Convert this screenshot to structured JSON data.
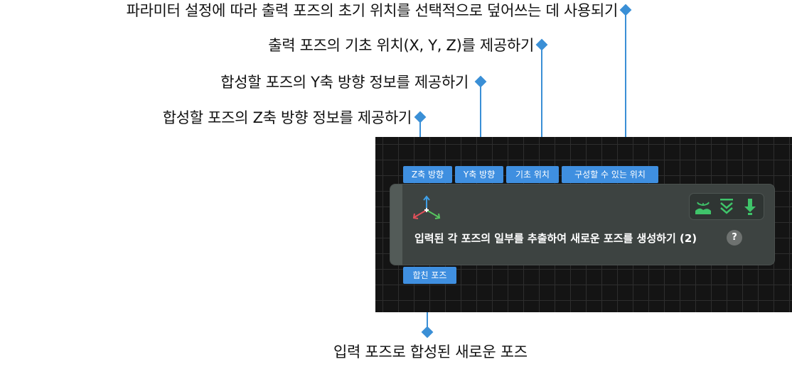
{
  "annotations": {
    "overwrite_position": "파라미터 설정에 따라 출력 포즈의 초기 위치를 선택적으로 덮어쓰는 데 사용되기",
    "base_position": "출력 포즈의 기초 위치(X, Y, Z)를 제공하기",
    "y_axis_direction": "합성할 포즈의 Y축 방향 정보를 제공하기",
    "z_axis_direction": "합성할 포즈의 Z축 방향 정보를 제공하기",
    "output_pose": "입력 포즈로 합성된 새로운 포즈"
  },
  "node": {
    "input_ports": [
      "Z축 방향",
      "Y축 방향",
      "기초 위치",
      "구성할 수 있는 위치"
    ],
    "output_port": "합친 포즈",
    "title": "입력된 각 포즈의 일부를 추출하여 새로운 포즈를 생성하기 (2)",
    "help": "?",
    "toolbar_icons": [
      "eye-landscape-icon",
      "double-chevron-down-icon",
      "download-arrow-icon"
    ]
  },
  "colors": {
    "port": "#3f8fe0",
    "connector": "#3a8fd6",
    "node_bg": "#3d4341",
    "canvas_bg": "#141414",
    "toolbar_green": "#3fc46a"
  }
}
